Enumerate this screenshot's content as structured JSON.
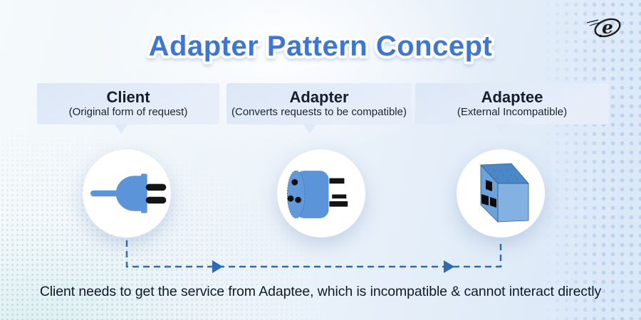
{
  "title": "Adapter Pattern Concept",
  "logo": {
    "letter": "e"
  },
  "columns": [
    {
      "label": "Client",
      "sublabel": "(Original form of request)",
      "icon": "power-plug-icon"
    },
    {
      "label": "Adapter",
      "sublabel": "(Converts requests to be compatible)",
      "icon": "plug-adapter-icon"
    },
    {
      "label": "Adaptee",
      "sublabel": "(External Incompatible)",
      "icon": "socket-box-icon"
    }
  ],
  "caption": "Client needs to get the service from Adaptee, which is incompatible & cannot interact directly",
  "colors": {
    "title_blue": "#3b76d8",
    "illustration_blue": "#5b94d8",
    "connector_blue": "#2e6bb2",
    "bubble_bg": "#dfe9f7",
    "text_dark": "#141e2c"
  }
}
